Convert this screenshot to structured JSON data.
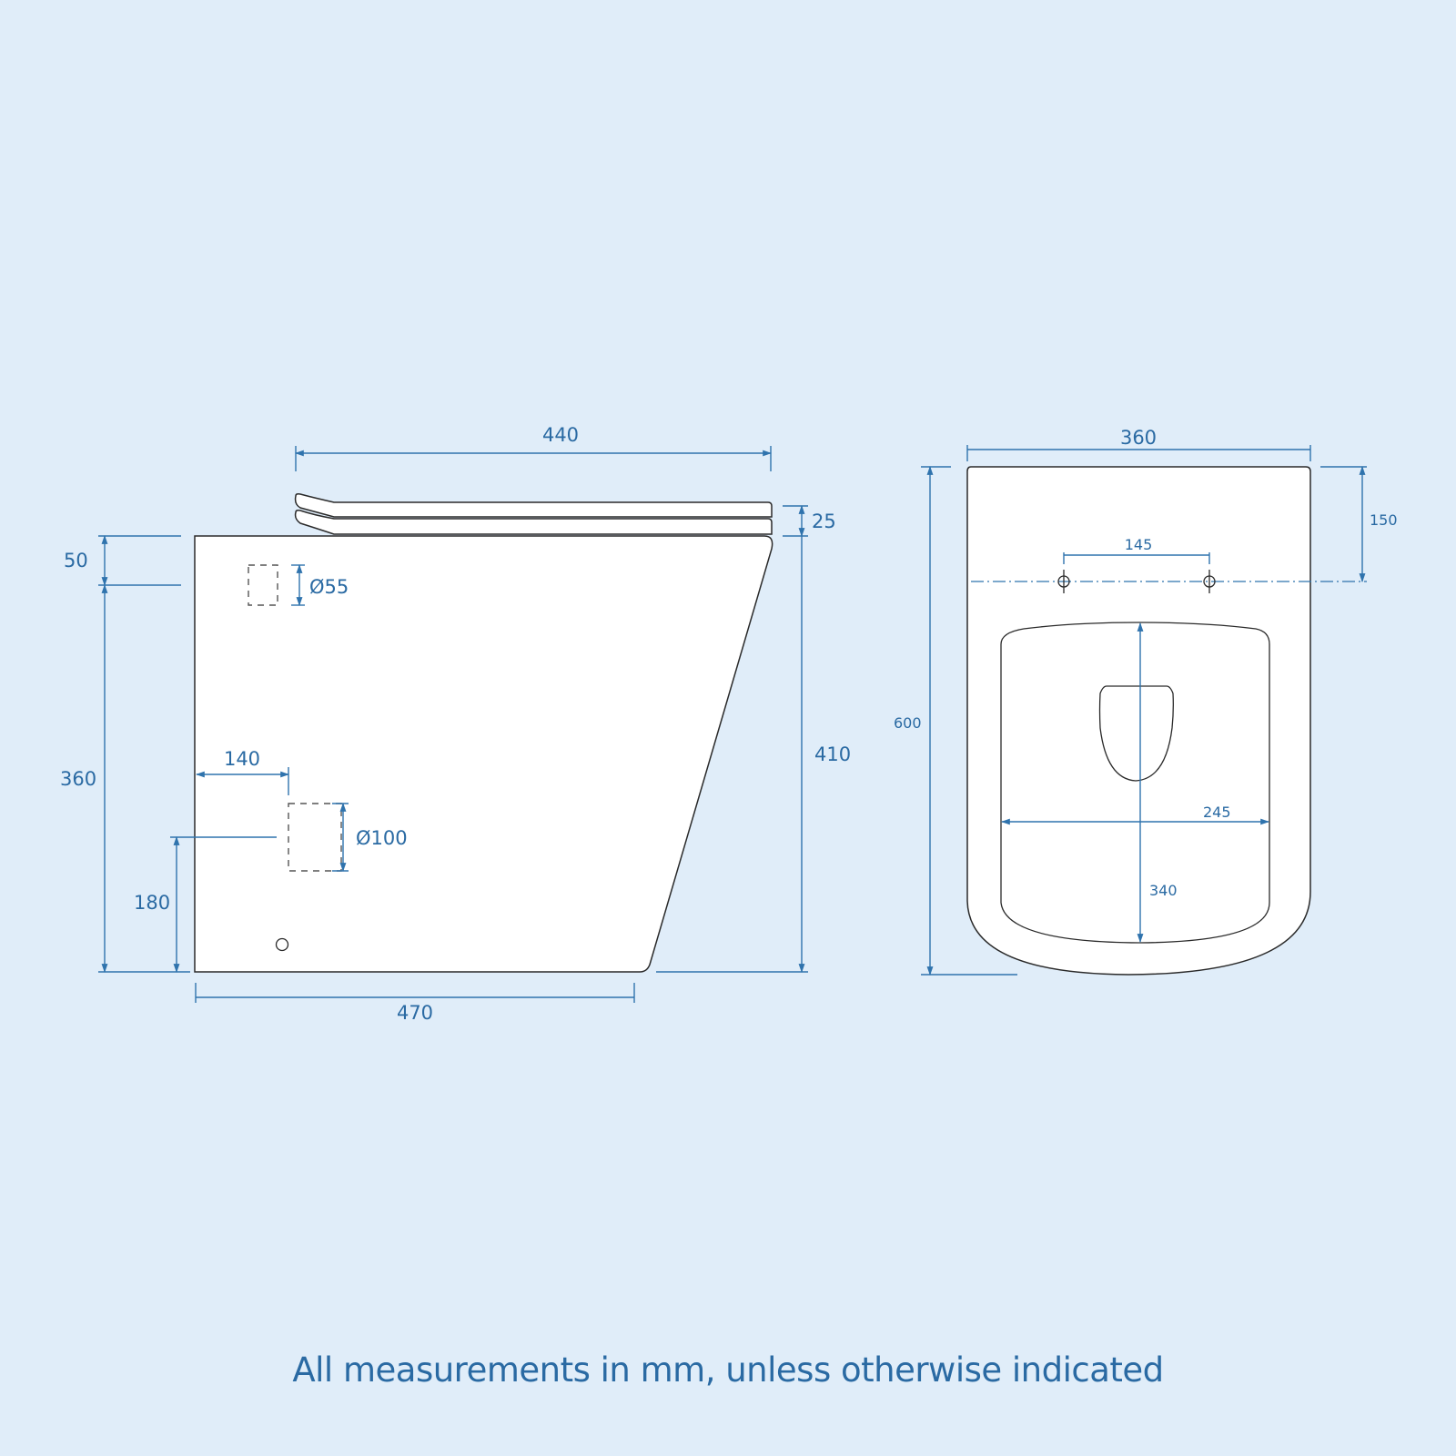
{
  "drawing": {
    "colors": {
      "background": "#e0edf9",
      "dimension": "#2f73ad",
      "text": "#2a6aa3",
      "outline": "#2a2a2a",
      "fill": "#ffffff"
    },
    "side_view": {
      "overall_depth": "470",
      "seat_length": "440",
      "seat_thickness": "25",
      "height_to_seat": "410",
      "top_to_inlet_center": "50",
      "inlet_center_height": "360",
      "inlet_diameter": "Ø55",
      "outlet_offset_from_back": "140",
      "outlet_diameter": "Ø100",
      "outlet_center_height": "180"
    },
    "top_view": {
      "overall_width": "360",
      "overall_length": "600",
      "fixing_holes_spacing": "145",
      "back_to_fixing_holes": "150",
      "seat_width": "245",
      "seat_length": "340"
    }
  },
  "footer": {
    "note": "All measurements in mm, unless otherwise indicated"
  }
}
